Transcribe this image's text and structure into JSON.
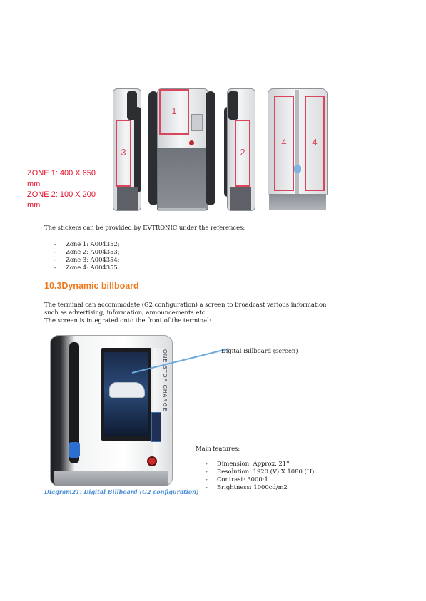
{
  "zone_labels": [
    {
      "line1": "ZONE 1: 400 X 650",
      "line2": "mm"
    },
    {
      "line1": "ZONE 2: 100 X 200",
      "line2": "mm"
    }
  ],
  "terminal_zones": [
    "3",
    "1",
    "2",
    "4",
    "4"
  ],
  "stickers_intro": "The stickers can be provided by EVTRONIC under the references:",
  "sticker_refs": [
    "Zone 1: A004352;",
    "Zone 2: A004353;",
    "Zone 3: A004354;",
    "Zone 4: A004355."
  ],
  "section_heading": "10.3Dynamic billboard",
  "section_paragraph": [
    "The terminal can accommodate (G2 configuration) a screen to broadcast various information",
    "such as advertising, information, announcements etc.",
    "The screen is integrated onto the front of the terminal:"
  ],
  "billboard_callout": "Digital Billboard (screen)",
  "billboard_vertical_text": "ONE STOP CHARGE",
  "features_title": "Main features:",
  "features": [
    "Dimension: Approx. 21''",
    "Resolution: 1920 (V) X 1080 (H)",
    "Contrast: 3000:1",
    "Brightness: 1000cd/m2"
  ],
  "caption": "Diagram21: Digital Billboard (G2 configuration)",
  "colors": {
    "zone_label": "#e0102a",
    "zone_outline": "#d8455c",
    "heading": "#f07a1d",
    "caption": "#4a8fd6"
  }
}
